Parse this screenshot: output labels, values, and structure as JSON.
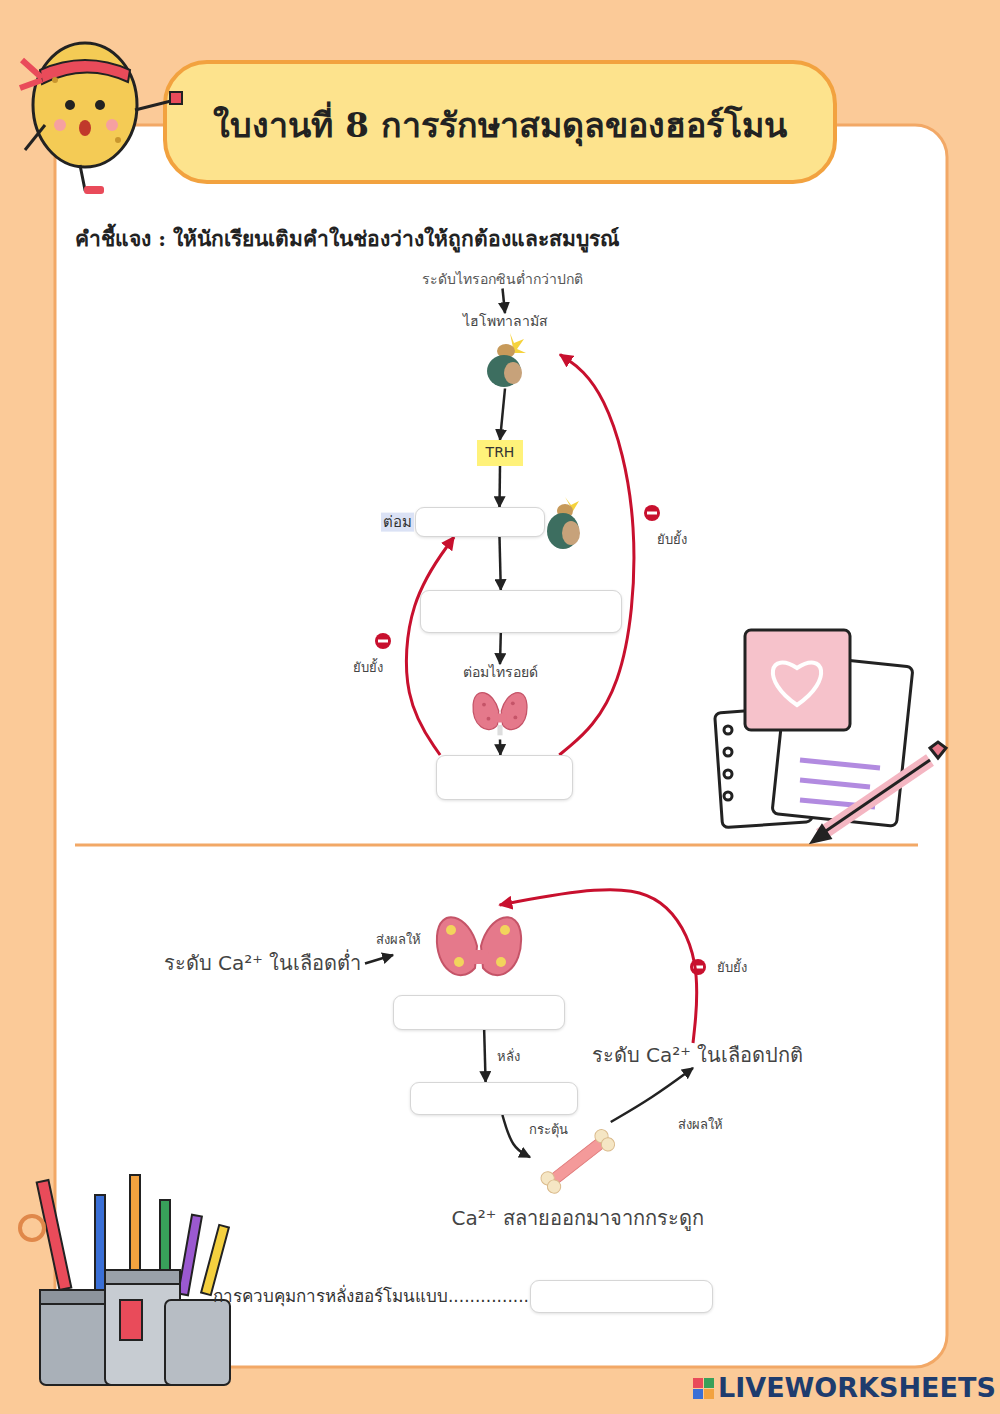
{
  "diagram": {
    "title": "ใบงานที่ 8 การรักษาสมดุลของฮอร์โมน",
    "nodes": [
      {
        "text": [
          "ระดับไทรอกซินต่ำกว่าปกติ"
        ]
      },
      {
        "text": [
          "ไฮโพทาลามัส"
        ]
      },
      {
        "text": [
          "TRH"
        ]
      },
      {
        "text": [
          "ต่อม"
        ]
      },
      {
        "text": []
      },
      {
        "text": [
          "ต่อมไทรอยด์"
        ]
      },
      {
        "text": []
      },
      {
        "text": [
          "ระดับ Ca²⁺ ในเลือดต่ำ"
        ]
      },
      {
        "text": []
      },
      {
        "text": []
      },
      {
        "text": [
          "Ca²⁺ สลายออกมาจากกระดูก"
        ]
      },
      {
        "text": [
          "ระดับ Ca²⁺ ในเลือดปกติ"
        ]
      },
      {
        "text": [
          "การควบคุมการหลั่งฮอร์โมนแบบ..............."
        ]
      }
    ],
    "edges": [
      {
        "from": 0,
        "to": 1,
        "arrow": "to"
      },
      {
        "from": 1,
        "to": 2,
        "arrow": "to"
      },
      {
        "from": 2,
        "to": 3,
        "arrow": "to"
      },
      {
        "from": 3,
        "to": 4,
        "arrow": "to"
      },
      {
        "from": 4,
        "to": 5,
        "arrow": "to"
      },
      {
        "from": 5,
        "to": 6,
        "arrow": "to"
      },
      {
        "from": 6,
        "to": 3,
        "label": "ยับยั้ง",
        "arrow": "to"
      },
      {
        "from": 6,
        "to": 1,
        "label": "ยับยั้ง",
        "arrow": "to"
      },
      {
        "from": 7,
        "to": 8,
        "label": "ส่งผลให้",
        "arrow": "to"
      },
      {
        "from": 8,
        "to": 9,
        "label": "หลั่ง",
        "arrow": "to"
      },
      {
        "from": 9,
        "to": 10,
        "label": "กระตุ้น",
        "arrow": "to"
      },
      {
        "from": 10,
        "to": 11,
        "label": "ส่งผลให้",
        "arrow": "to"
      },
      {
        "from": 11,
        "to": 8,
        "label": "ยับยั้ง",
        "arrow": "to"
      }
    ],
    "labels": [
      "คำชี้แจง : ให้นักเรียนเติมคำในช่องว่างให้ถูกต้องและสมบูรณ์",
      "LIVEWORKSHEETS"
    ]
  }
}
